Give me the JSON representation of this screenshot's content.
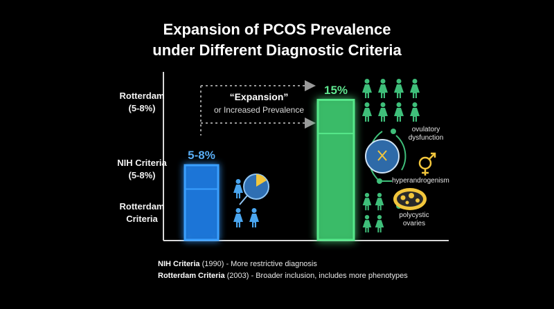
{
  "title": {
    "line1": "Expansion of PCOS Prevalence",
    "line2": "under Different Diagnostic Criteria"
  },
  "y_labels": {
    "rotterdam_top": [
      "Rotterdam",
      "(5-8%)"
    ],
    "nih": [
      "NIH Criteria",
      "(5-8%)"
    ],
    "rotterdam_bottom": [
      "Rotterdam",
      "Criteria"
    ]
  },
  "expansion": {
    "main": "“Expansion”",
    "sub": "or Increased Prevalence"
  },
  "annotations": {
    "ovulatory": [
      "ovulatory",
      "dysfunction"
    ],
    "hyperandrogenism": "hyperandrogenism",
    "polycystic": [
      "polycystic",
      "ovaries"
    ]
  },
  "legend": {
    "nih_name": "NIH Criteria",
    "nih_rest": " (1990) - More restrictive diagnosis",
    "rot_name": "Rotterdam Criteria",
    "rot_rest": " (2003) - Broader inclusion, includes more phenotypes"
  },
  "chart_data": {
    "type": "bar",
    "title": "Expansion of PCOS Prevalence under Different Diagnostic Criteria",
    "categories": [
      "NIH Criteria",
      "Rotterdam Criteria"
    ],
    "values": [
      8,
      15
    ],
    "value_labels": [
      "5-8%",
      "15%"
    ],
    "ylim": [
      0,
      18
    ],
    "grid": false,
    "legend": "bottom-left"
  },
  "colors": {
    "nih_bar": "#1e78dc",
    "nih_glow": "#3aa0ff",
    "nih_label": "#59aef5",
    "rotterdam_bar": "#3bbf6a",
    "rotterdam_glow": "#56e88a",
    "rotterdam_label": "#5fe68f",
    "person_blue": "#4aa6f0",
    "person_green": "#3fbf7a",
    "ovary": "#f2c63c"
  },
  "icons": [
    "person-icon",
    "pie-chart-icon",
    "cell-icon",
    "gender-symbol-icon",
    "ovary-icon"
  ]
}
